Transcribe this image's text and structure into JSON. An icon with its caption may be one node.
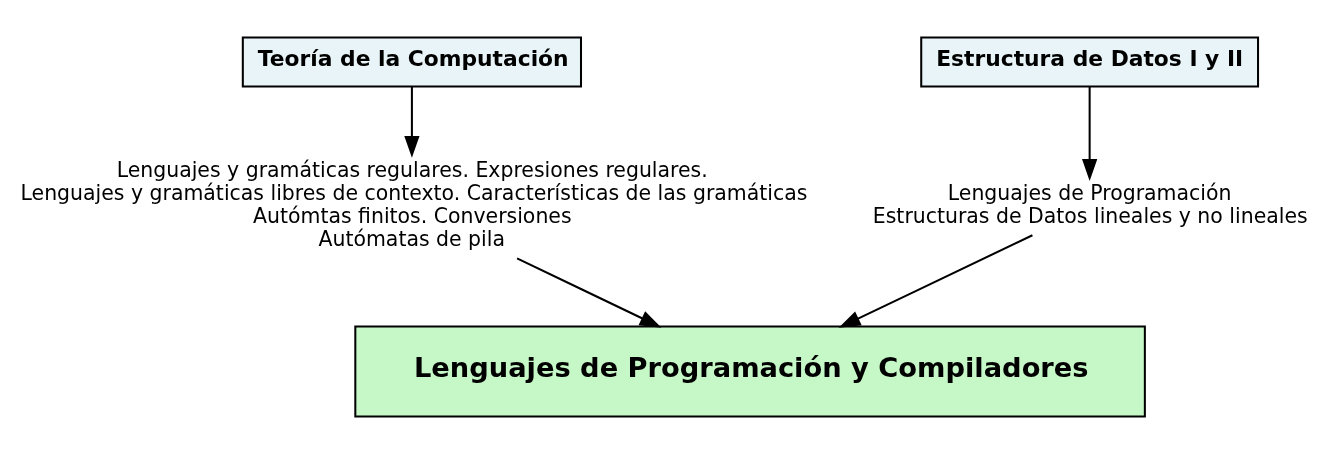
{
  "diagram": {
    "nodes": [
      {
        "text": [
          "Teoría de la Computación"
        ]
      },
      {
        "text": [
          "Lenguajes y gramáticas regulares. Expresiones regulares.",
          "Lenguajes y gramáticas libres de contexto. Características de las gramáticas",
          "Autómtas finitos. Conversiones",
          "Autómatas de pila"
        ]
      },
      {
        "text": [
          "Estructura de Datos I y II"
        ]
      },
      {
        "text": [
          "Lenguajes de Programación",
          "Estructuras de Datos lineales y no lineales"
        ]
      },
      {
        "text": [
          "Lenguajes de Programación y Compiladores"
        ]
      }
    ],
    "edges": [
      {
        "from": 0,
        "to": 1,
        "arrow": "to"
      },
      {
        "from": 1,
        "to": 4,
        "arrow": "to"
      },
      {
        "from": 2,
        "to": 3,
        "arrow": "to"
      },
      {
        "from": 3,
        "to": 4,
        "arrow": "to"
      }
    ]
  }
}
